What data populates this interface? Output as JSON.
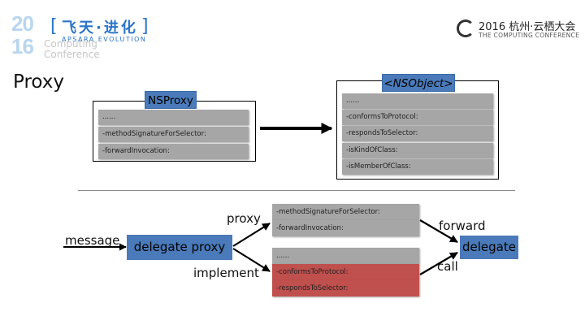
{
  "header": {
    "event_logo": {
      "year_top": "20",
      "year_bottom": "16",
      "bracket_left": "[",
      "bracket_right": "]",
      "chinese_title": "飞天·进化",
      "subtitle": "APSARA EVOLUTION",
      "computing_text_1": "Computing",
      "computing_text_2": "Conference"
    },
    "conference_logo": {
      "title": "2016 杭州·云栖大会",
      "subtitle": "THE COMPUTING CONFERENCE"
    }
  },
  "slide_title": "Proxy",
  "top_diagram": {
    "nsproxy": {
      "label": "NSProxy",
      "rows": [
        "......",
        "-methodSignatureForSelector:",
        "-forwardInvocation:"
      ]
    },
    "nsobject": {
      "label": "<NSObject>",
      "rows": [
        "......",
        "-conformsToProtocol:",
        "-respondsToSelector:",
        "-isKindOfClass:",
        "-isMemberOfClass:"
      ]
    }
  },
  "bottom_diagram": {
    "message_label": "message",
    "delegate_proxy_label": "delegate proxy",
    "proxy_label": "proxy",
    "implement_label": "implement",
    "forward_label": "forward",
    "call_label": "call",
    "delegate_label": "delegate",
    "proxy_rows": [
      "-methodSignatureForSelector:",
      "-forwardInvocation:"
    ],
    "implement_rows": [
      "......",
      "-conformsToProtocol:",
      "-respondsToSelector:"
    ]
  },
  "colors": {
    "blue": "#4a7ab9",
    "gray": "#a6a6a6",
    "red": "#c0504d"
  }
}
